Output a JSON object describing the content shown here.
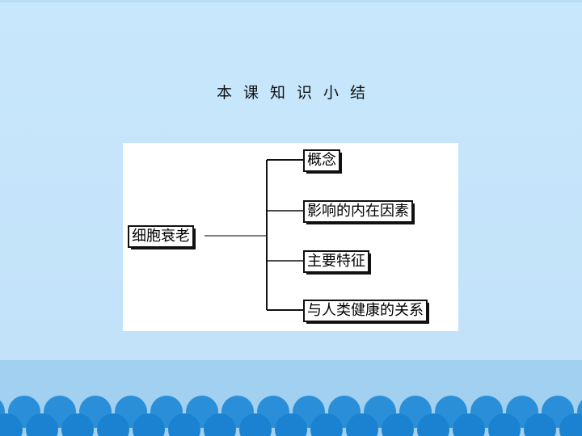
{
  "slide": {
    "title": "本课知识小结"
  },
  "diagram": {
    "root": "细胞衰老",
    "branches": [
      {
        "label": "概念"
      },
      {
        "label": "影响的内在因素"
      },
      {
        "label": "主要特征"
      },
      {
        "label": "与人类健康的关系"
      }
    ]
  },
  "colors": {
    "background": "#c7e6fb",
    "band": "#a1d0f0",
    "wave": "#1a82d0",
    "panel": "#ffffff",
    "line": "#111111"
  }
}
